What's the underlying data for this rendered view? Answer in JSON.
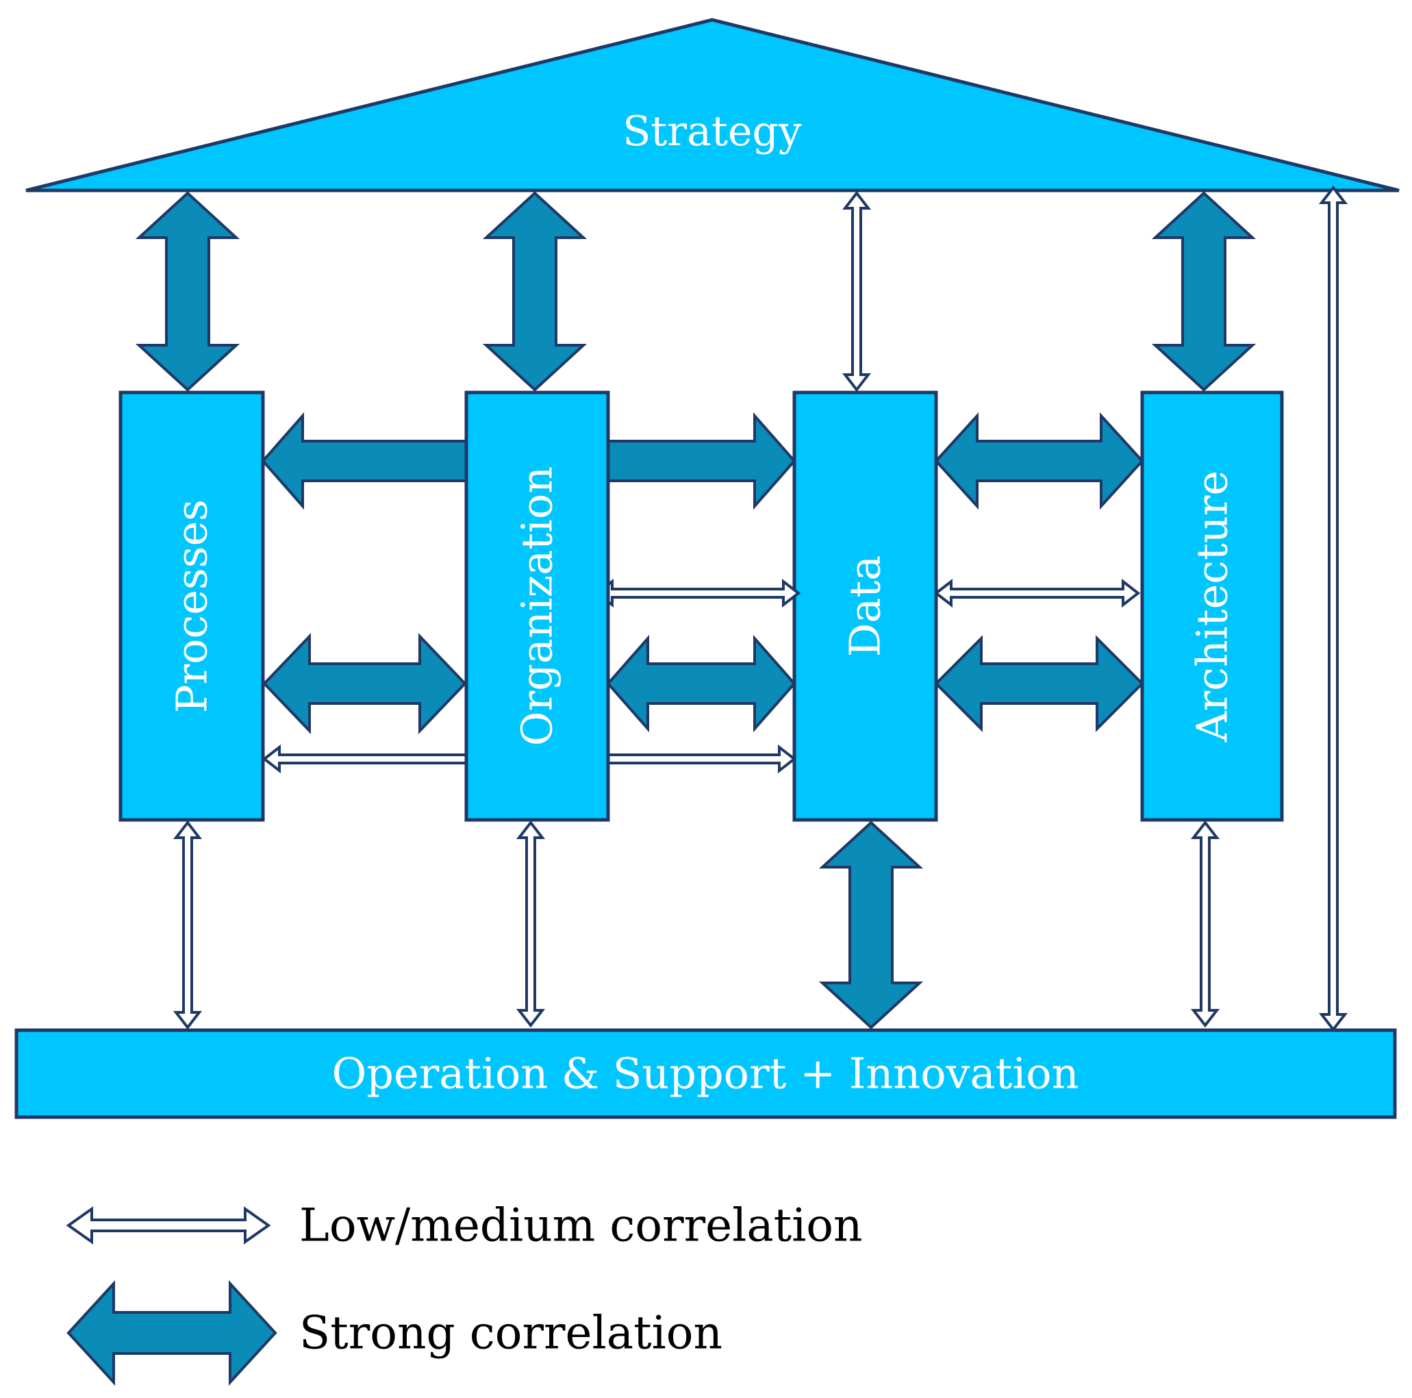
{
  "roof": {
    "label": "Strategy"
  },
  "pillars": [
    {
      "id": "processes",
      "label": "Processes"
    },
    {
      "id": "organization",
      "label": "Organization"
    },
    {
      "id": "data",
      "label": "Data"
    },
    {
      "id": "architecture",
      "label": "Architecture"
    }
  ],
  "base": {
    "label": "Operation & Support + Innovation"
  },
  "legend": {
    "weak": "Low/medium correlation",
    "strong": "Strong correlation"
  },
  "colors": {
    "box_fill": "#00c6ff",
    "strong_arrow": "#0a8bb8",
    "outline": "#1f3864",
    "weak_arrow": "#ffffff"
  }
}
